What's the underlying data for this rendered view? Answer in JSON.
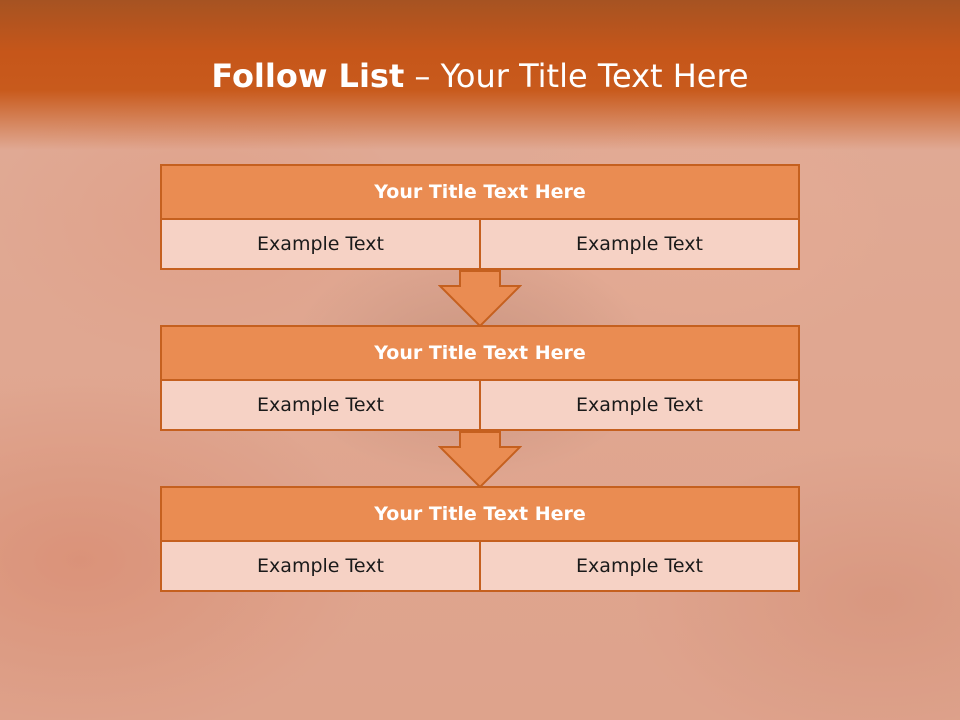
{
  "slide": {
    "title_bold": "Follow List",
    "title_rest": " – Your Title Text Here"
  },
  "blocks": [
    {
      "title": "Your Title Text Here",
      "left": "Example Text",
      "right": "Example Text"
    },
    {
      "title": "Your Title Text Here",
      "left": "Example Text",
      "right": "Example Text"
    },
    {
      "title": "Your Title Text Here",
      "left": "Example Text",
      "right": "Example Text"
    }
  ],
  "colors": {
    "header": "#c85a1c",
    "block_title": "#ea8c52",
    "block_cell": "#f6d2c5",
    "border": "#c5601f"
  }
}
